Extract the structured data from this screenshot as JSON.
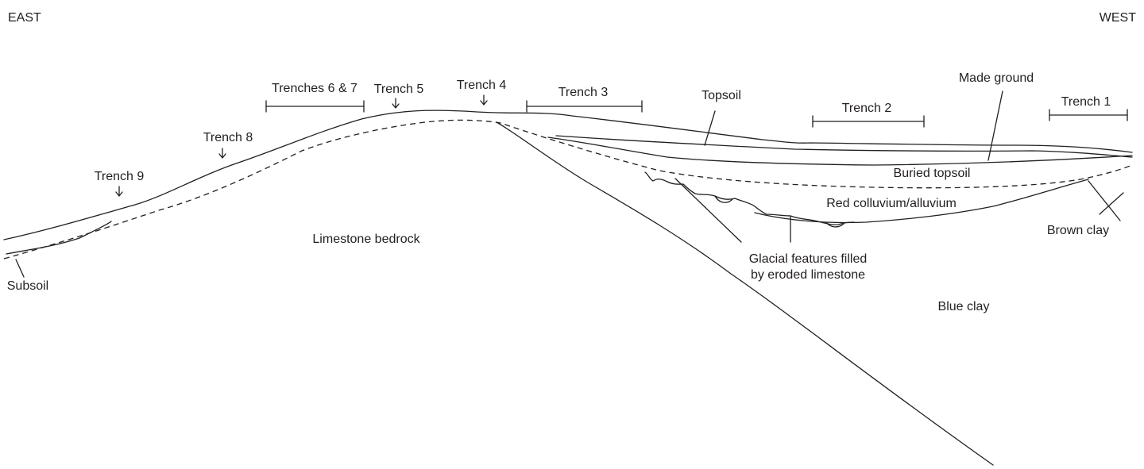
{
  "directions": {
    "left": "EAST",
    "right": "WEST"
  },
  "trenches": {
    "t9": "Trench 9",
    "t8": "Trench 8",
    "t67": "Trenches 6 & 7",
    "t5": "Trench 5",
    "t4": "Trench 4",
    "t3": "Trench 3",
    "t2": "Trench 2",
    "t1": "Trench 1"
  },
  "layers": {
    "topsoil": "Topsoil",
    "made_ground": "Made ground",
    "buried_topsoil": "Buried topsoil",
    "red_colluvium": "Red colluvium/alluvium",
    "brown_clay": "Brown clay",
    "limestone": "Limestone bedrock",
    "subsoil": "Subsoil",
    "blue_clay": "Blue clay"
  },
  "glacial": {
    "line1": "Glacial features filled",
    "line2": "by eroded limestone"
  }
}
